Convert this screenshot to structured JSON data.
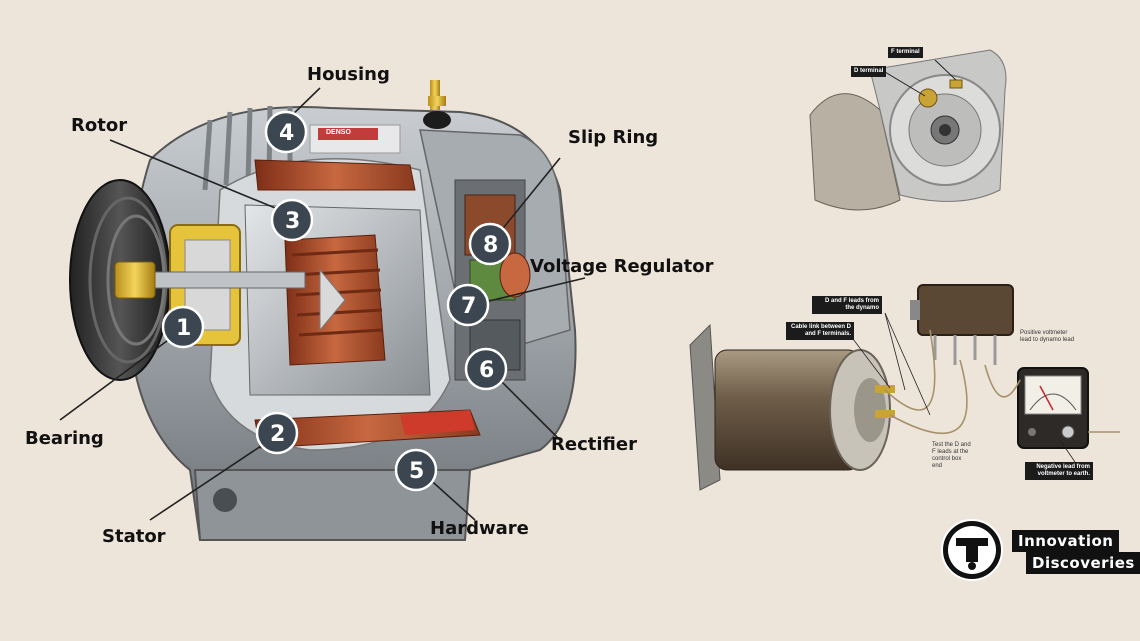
{
  "alternator": {
    "labels": {
      "housing": "Housing",
      "rotor": "Rotor",
      "slip_ring": "Slip Ring",
      "voltage_regulator": "Voltage Regulator",
      "bearing": "Bearing",
      "rectifier": "Rectifier",
      "stator": "Stator",
      "hardware": "Hardware"
    },
    "numbers": {
      "n1": "1",
      "n2": "2",
      "n3": "3",
      "n4": "4",
      "n5": "5",
      "n6": "6",
      "n7": "7",
      "n8": "8"
    },
    "brand": "DENSO"
  },
  "dynamo_top": {
    "f_terminal": "F terminal",
    "d_terminal": "D terminal"
  },
  "dynamo_test": {
    "leads_from_dynamo": "D and F leads from the dynamo",
    "cable_link": "Cable link between D and F terminals.",
    "positive_lead": "Positive voltmeter lead to dynamo lead",
    "test_leads": "Test the D and F leads at the control box end",
    "negative_lead": "Negative lead from voltmeter to earth."
  },
  "logo": {
    "line1": "Innovation",
    "line2": "Discoveries"
  },
  "colors": {
    "background": "#eee5da",
    "badge": "#3b4651",
    "copper": "#b4532e",
    "housing": "#9a9ea3"
  }
}
